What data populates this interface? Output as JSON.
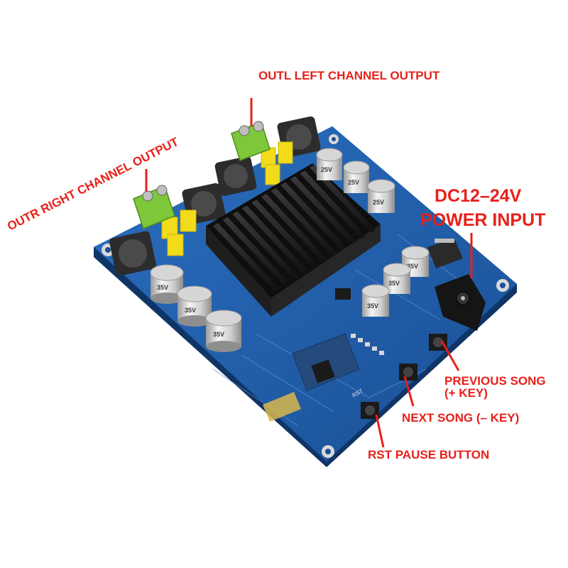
{
  "labels": {
    "outl": "OUTL LEFT CHANNEL OUTPUT",
    "outr": "OUTR RIGHT CHANNEL OUTPUT",
    "power_line1": "DC12–24V",
    "power_line2": "POWER INPUT",
    "prev_line1": "PREVIOUS SONG",
    "prev_line2": "(+ KEY)",
    "next": "NEXT SONG (– KEY)",
    "rst": "RST PAUSE BUTTON"
  },
  "components": {
    "cap_small": [
      "25V",
      "25V",
      "25V"
    ],
    "cap_big": [
      "35V",
      "35V",
      "35V"
    ],
    "cap_mid": [
      "35V",
      "35V",
      "35V"
    ],
    "rst_silk": "RST"
  },
  "colors": {
    "annotation": "#e8201a",
    "pcb": "#1f5fa8",
    "heatsink": "#1b1b1b",
    "terminal": "#7ec63a",
    "film_cap": "#f2dc1a"
  }
}
